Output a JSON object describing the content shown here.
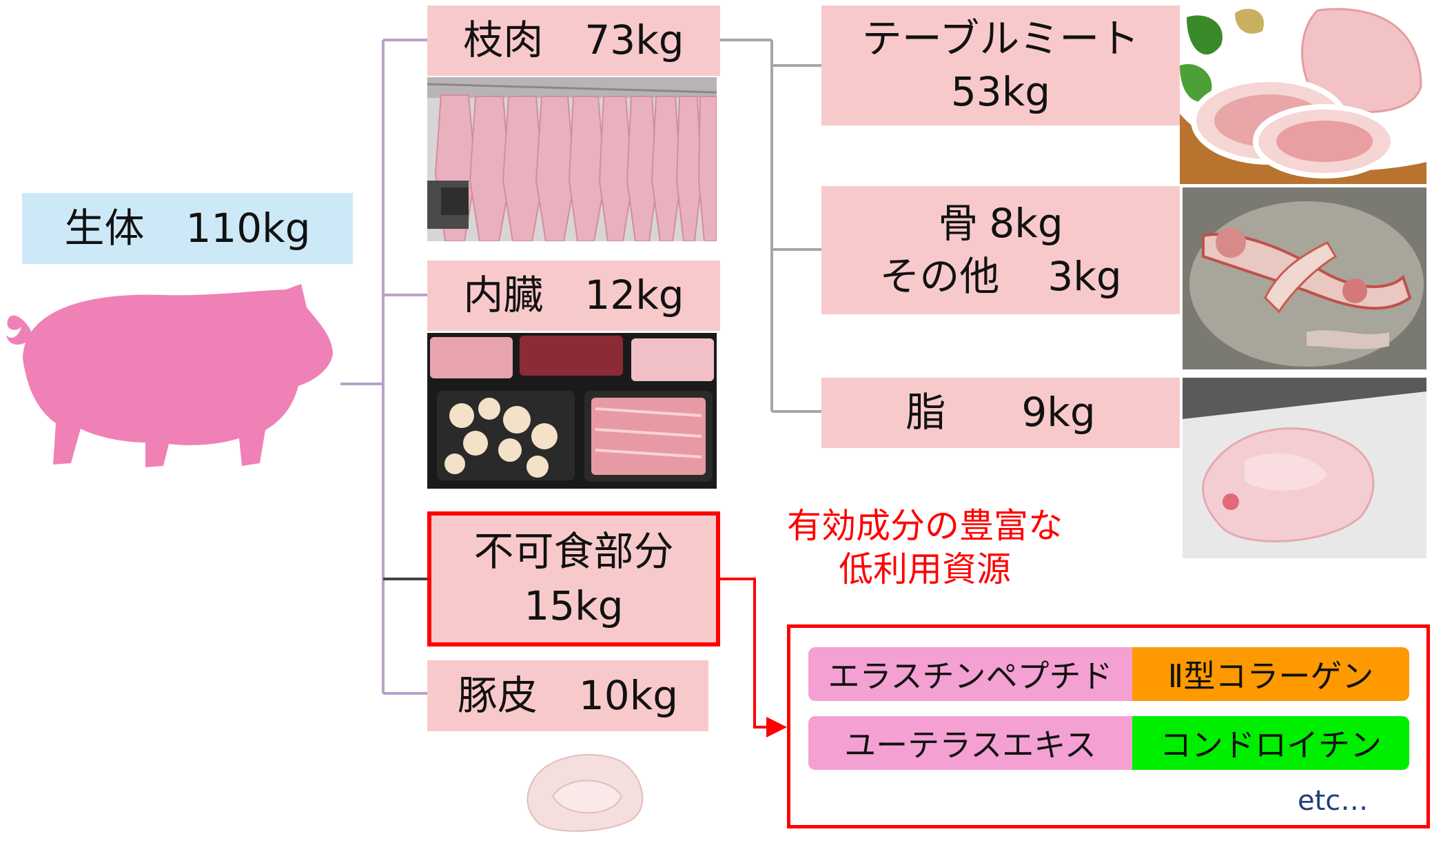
{
  "live": {
    "label": "生体",
    "weight": "110kg"
  },
  "carcass": {
    "label": "枝肉",
    "weight": "73kg"
  },
  "viscera": {
    "label": "内臓",
    "weight": "12kg"
  },
  "inedible": {
    "label": "不可食部分",
    "weight": "15kg"
  },
  "skin": {
    "label": "豚皮",
    "weight": "10kg"
  },
  "table_meat": {
    "label": "テーブルミート",
    "weight": "53kg"
  },
  "bone": {
    "label": "骨",
    "weight": "8kg",
    "other_label": "その他",
    "other_weight": "3kg"
  },
  "fat": {
    "label": "脂",
    "weight": "9kg"
  },
  "resource_note": {
    "line1": "有効成分の豊富な",
    "line2": "低利用資源"
  },
  "components": {
    "elastin": "エラスチンペプチド",
    "collagen": "Ⅱ型コラーゲン",
    "uterus": "ユーテラスエキス",
    "chondroitin": "コンドロイチン",
    "etc": "etc…"
  },
  "colors": {
    "box_pink": "#f8c9cb",
    "live_blue": "#cde9f8",
    "pig": "#f081b6",
    "branch_purple": "#b8a2c8",
    "branch_gray": "#a6a6a6",
    "highlight_red": "#ff0000",
    "pill_pink": "#f4a0d2",
    "pill_orange": "#ff9900",
    "pill_green": "#00ee00",
    "etc_blue": "#1f3f7a"
  }
}
